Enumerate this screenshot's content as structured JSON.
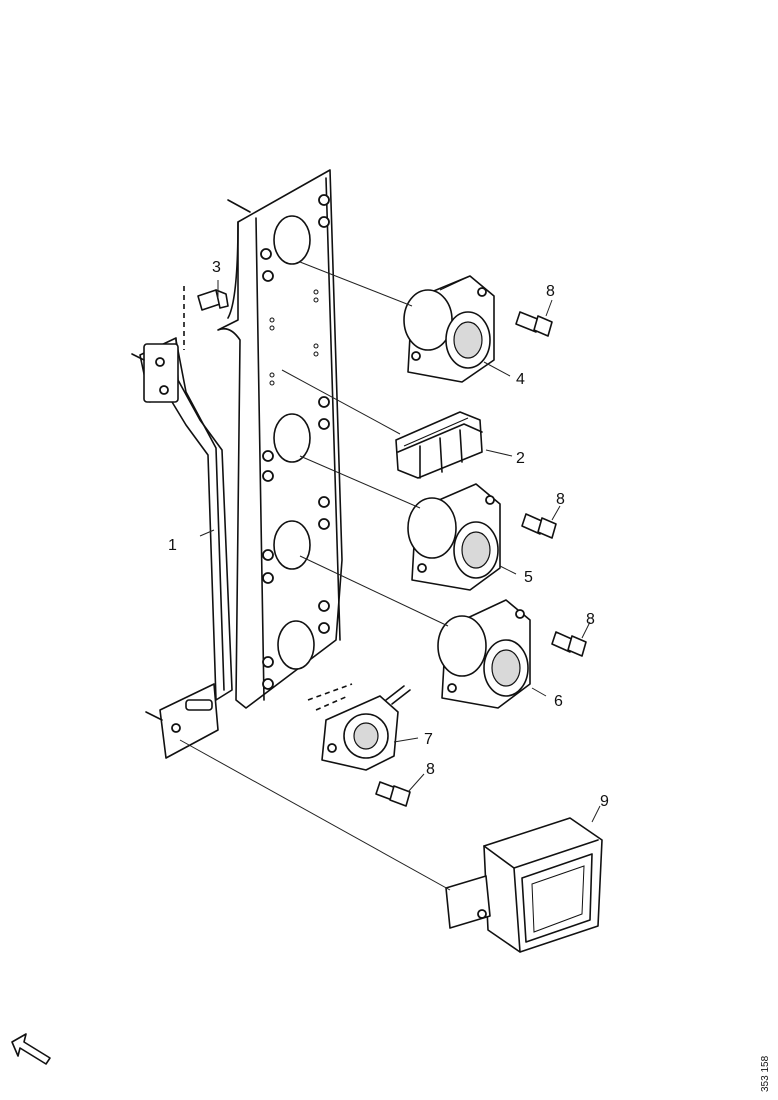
{
  "callouts": {
    "c1": "1",
    "c2": "2",
    "c3": "3",
    "c4": "4",
    "c5": "5",
    "c6": "6",
    "c7": "7",
    "c8a": "8",
    "c8b": "8",
    "c8c": "8",
    "c8d": "8",
    "c9": "9"
  },
  "reference_code": "353 158"
}
